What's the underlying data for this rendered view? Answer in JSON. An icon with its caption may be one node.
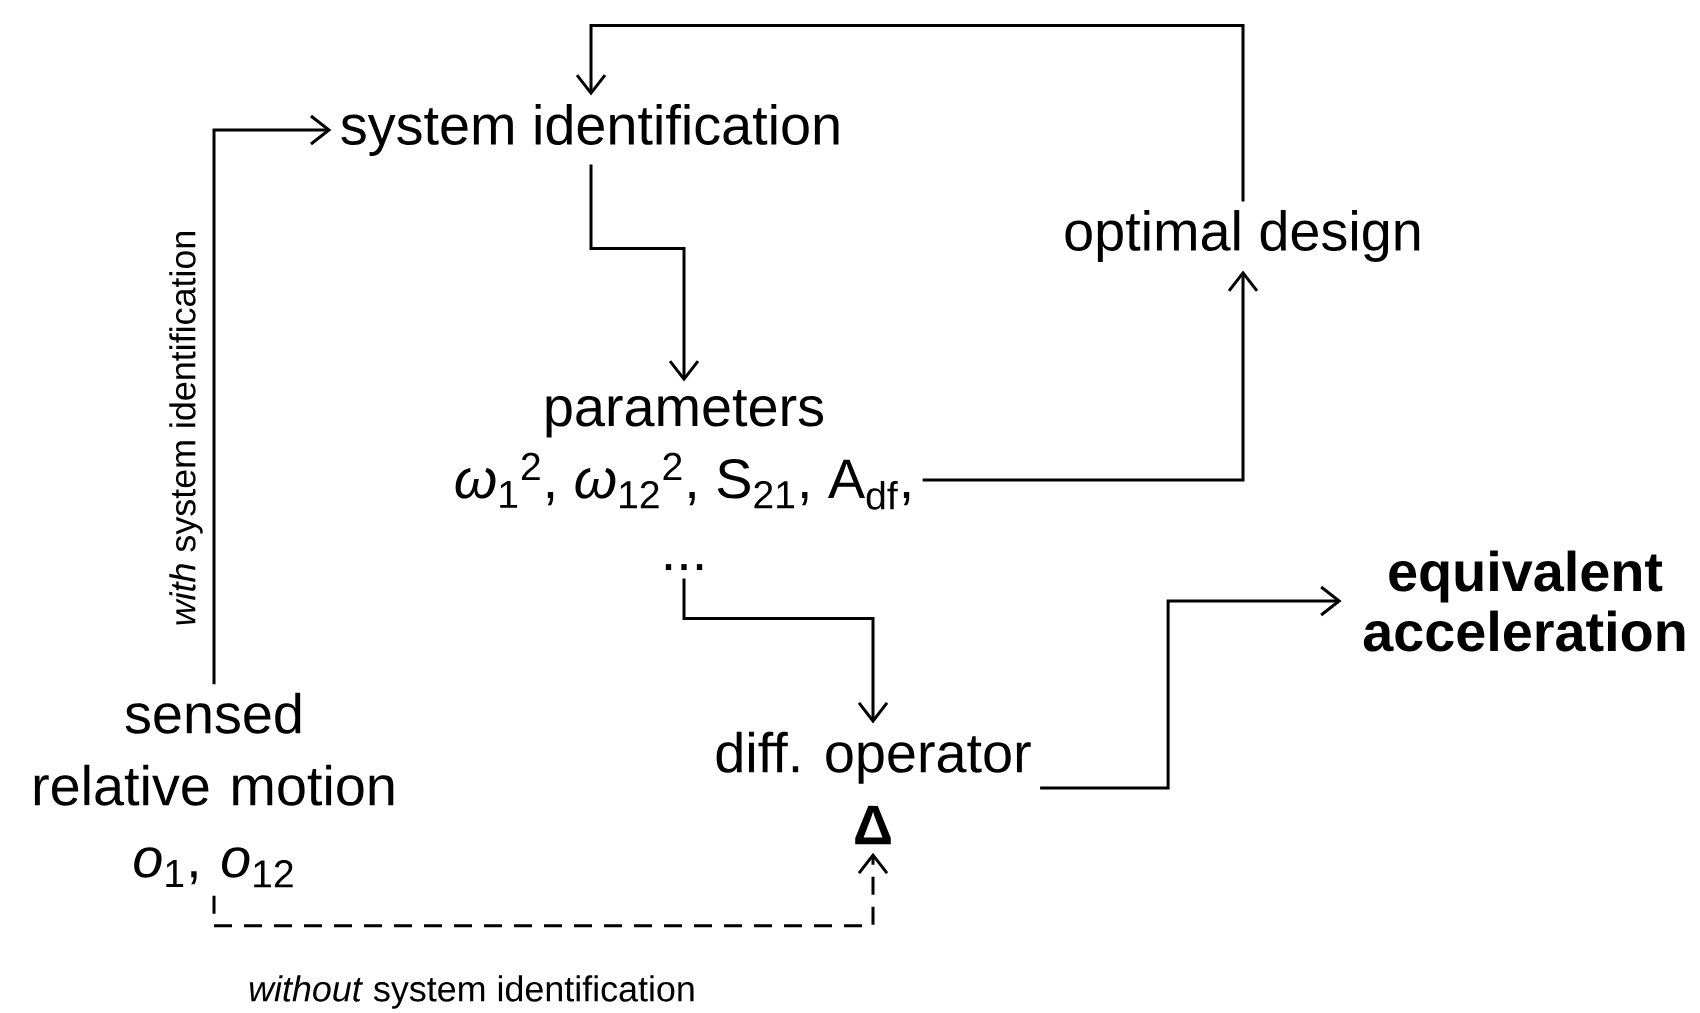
{
  "diagram": {
    "nodes": [
      {
        "text": [
          "system identification"
        ]
      },
      {
        "text": [
          "parameters",
          "*ω*$_{1}$$^{2}$, *ω*$_{12}$$^{2}$, S$_{21}$, A$_{df}$,",
          "..."
        ]
      },
      {
        "text": [
          "optimal design"
        ]
      },
      {
        "text": [
          "sensed relative motion",
          "*o*$_{1}$, *o*$_{12}$"
        ]
      },
      {
        "text": [
          "diff. operator",
          "Δ"
        ]
      },
      {
        "text": [
          "equivalent acceleration"
        ]
      }
    ],
    "edges": [
      {
        "from": 3,
        "to": 0,
        "arrow": "to",
        "label": "*with* system identification"
      },
      {
        "from": 0,
        "to": 1,
        "arrow": "to"
      },
      {
        "from": 1,
        "to": 2,
        "arrow": "to"
      },
      {
        "from": 2,
        "to": 0,
        "arrow": "to"
      },
      {
        "from": 1,
        "to": 4,
        "arrow": "to"
      },
      {
        "from": 4,
        "to": 5,
        "arrow": "to"
      },
      {
        "from": 3,
        "to": 4,
        "arrow": "to",
        "style": "dashed",
        "label": "*without* system identification"
      }
    ]
  }
}
